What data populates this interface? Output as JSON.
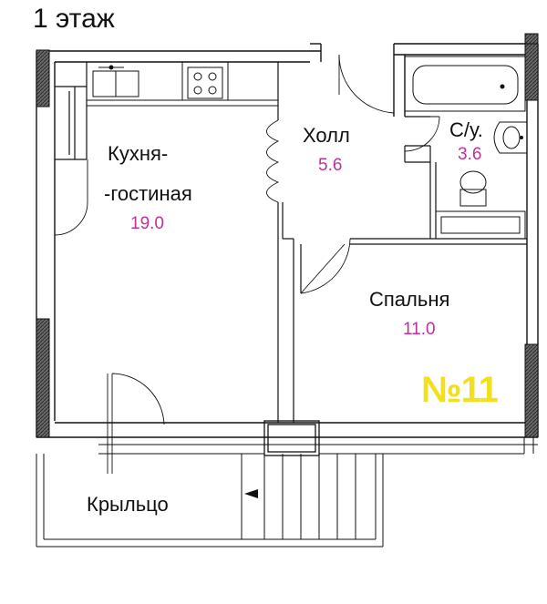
{
  "floor_label": "1 этаж",
  "apartment_number": "№11",
  "rooms": {
    "kitchen": {
      "name_line1": "Кухня-",
      "name_line2": "-гостиная",
      "area": "19.0"
    },
    "hall": {
      "name": "Холл",
      "area": "5.6"
    },
    "bathroom": {
      "name": "С/у.",
      "area": "3.6"
    },
    "bedroom": {
      "name": "Спальня",
      "area": "11.0"
    },
    "porch": {
      "name": "Крыльцо"
    }
  },
  "colors": {
    "area_text": "#c0309a",
    "apartment_number": "#f0e020",
    "wall": "#111111",
    "wall_hatch": "#555555"
  }
}
